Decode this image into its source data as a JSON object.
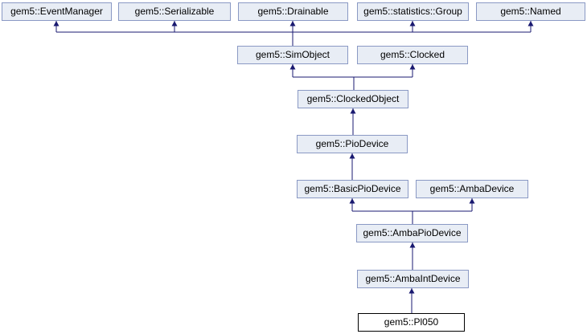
{
  "diagram": {
    "type": "class-inheritance-graph",
    "nodes": [
      {
        "id": "event-manager",
        "label": "gem5::EventManager"
      },
      {
        "id": "serializable",
        "label": "gem5::Serializable"
      },
      {
        "id": "drainable",
        "label": "gem5::Drainable"
      },
      {
        "id": "statistics-group",
        "label": "gem5::statistics::Group"
      },
      {
        "id": "named",
        "label": "gem5::Named"
      },
      {
        "id": "sim-object",
        "label": "gem5::SimObject"
      },
      {
        "id": "clocked",
        "label": "gem5::Clocked"
      },
      {
        "id": "clocked-object",
        "label": "gem5::ClockedObject"
      },
      {
        "id": "pio-device",
        "label": "gem5::PioDevice"
      },
      {
        "id": "basic-pio-device",
        "label": "gem5::BasicPioDevice"
      },
      {
        "id": "amba-device",
        "label": "gem5::AmbaDevice"
      },
      {
        "id": "amba-pio-device",
        "label": "gem5::AmbaPioDevice"
      },
      {
        "id": "amba-int-device",
        "label": "gem5::AmbaIntDevice"
      },
      {
        "id": "pl050",
        "label": "gem5::Pl050",
        "highlighted": true
      }
    ],
    "edges": [
      {
        "from": "gem5::SimObject",
        "to": "gem5::EventManager"
      },
      {
        "from": "gem5::SimObject",
        "to": "gem5::Serializable"
      },
      {
        "from": "gem5::SimObject",
        "to": "gem5::Drainable"
      },
      {
        "from": "gem5::SimObject",
        "to": "gem5::statistics::Group"
      },
      {
        "from": "gem5::SimObject",
        "to": "gem5::Named"
      },
      {
        "from": "gem5::ClockedObject",
        "to": "gem5::SimObject"
      },
      {
        "from": "gem5::ClockedObject",
        "to": "gem5::Clocked"
      },
      {
        "from": "gem5::PioDevice",
        "to": "gem5::ClockedObject"
      },
      {
        "from": "gem5::BasicPioDevice",
        "to": "gem5::PioDevice"
      },
      {
        "from": "gem5::AmbaPioDevice",
        "to": "gem5::BasicPioDevice"
      },
      {
        "from": "gem5::AmbaPioDevice",
        "to": "gem5::AmbaDevice"
      },
      {
        "from": "gem5::AmbaIntDevice",
        "to": "gem5::AmbaPioDevice"
      },
      {
        "from": "gem5::Pl050",
        "to": "gem5::AmbaIntDevice"
      }
    ],
    "colors": {
      "node_fill": "#e8edf5",
      "node_border": "#8a99c4",
      "edge": "#191970",
      "highlight_fill": "#ffffff",
      "highlight_border": "#000000",
      "text": "#000000",
      "background": "#ffffff"
    }
  }
}
